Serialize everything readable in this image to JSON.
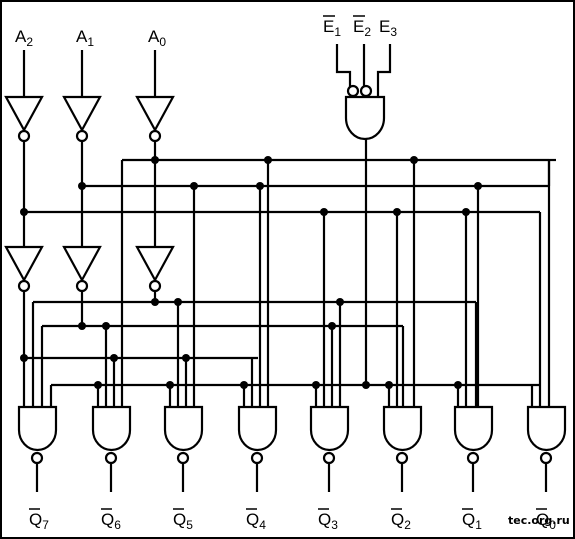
{
  "inputs": {
    "a2": "A",
    "a2_sub": "2",
    "a1": "A",
    "a1_sub": "1",
    "a0": "A",
    "a0_sub": "0"
  },
  "enables": {
    "e1": "E",
    "e1_sub": "1",
    "e2": "E",
    "e2_sub": "2",
    "e3": "E",
    "e3_sub": "3"
  },
  "outputs": [
    {
      "letter": "Q",
      "sub": "7"
    },
    {
      "letter": "Q",
      "sub": "6"
    },
    {
      "letter": "Q",
      "sub": "5"
    },
    {
      "letter": "Q",
      "sub": "4"
    },
    {
      "letter": "Q",
      "sub": "3"
    },
    {
      "letter": "Q",
      "sub": "2"
    },
    {
      "letter": "Q",
      "sub": "1"
    },
    {
      "letter": "Q",
      "sub": "0"
    }
  ],
  "watermark": "tec.org.ru"
}
